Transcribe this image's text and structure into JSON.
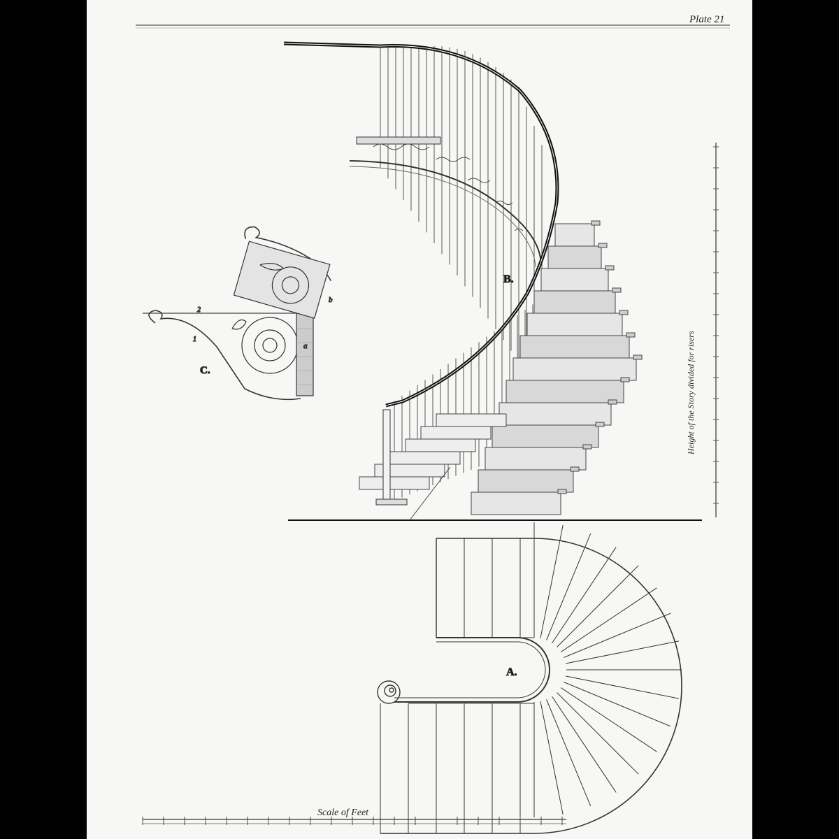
{
  "plate_title": "Plate 21",
  "labels": {
    "elevation": "B.",
    "plan": "A.",
    "bracket": "C."
  },
  "bracket_letters": [
    "a",
    "b",
    "1",
    "2"
  ],
  "side_note": "Height of the Story divided for risers",
  "scale_caption": "Scale of Feet"
}
